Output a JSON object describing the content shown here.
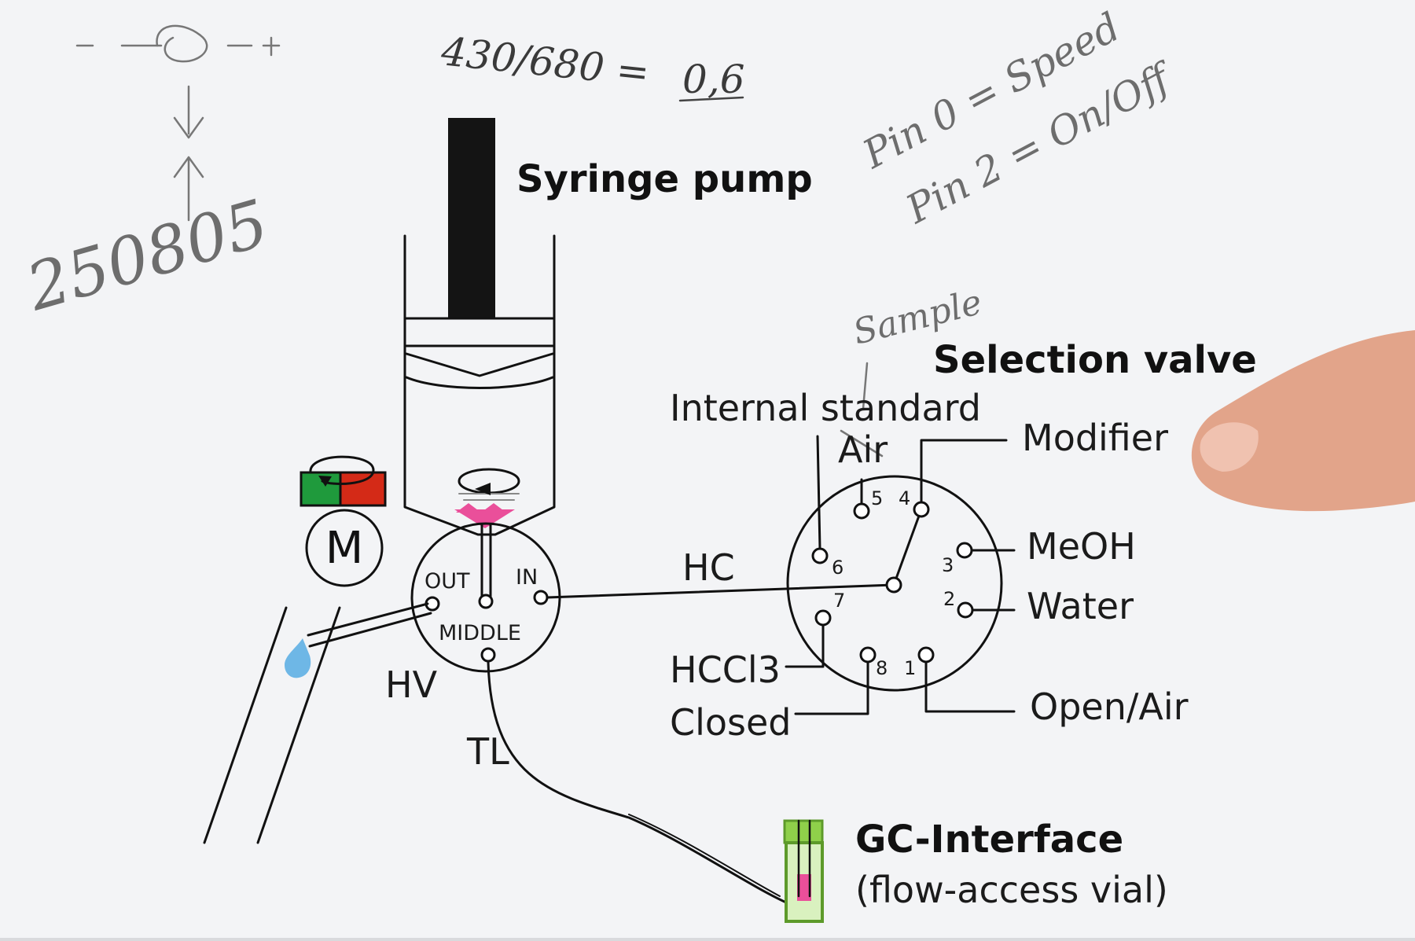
{
  "title": "Syringe pump",
  "selection_valve": {
    "title": "Selection valve",
    "ports": [
      {
        "pin": "1",
        "label": "Open/Air"
      },
      {
        "pin": "2",
        "label": "Water"
      },
      {
        "pin": "3",
        "label": "MeOH"
      },
      {
        "pin": "4",
        "label": "Modifier"
      },
      {
        "pin": "5",
        "label": "Air"
      },
      {
        "pin": "6",
        "label": "Internal standard"
      },
      {
        "pin": "7",
        "label": "HCCl3"
      },
      {
        "pin": "8",
        "label": "Closed"
      }
    ]
  },
  "head_valve": {
    "name": "HV",
    "ports": {
      "out": "OUT",
      "in": "IN",
      "middle": "MIDDLE"
    }
  },
  "connections": {
    "holding_coil": "HC",
    "transfer_line": "TL"
  },
  "motor": {
    "label": "M"
  },
  "gc_interface": {
    "title": "GC-Interface",
    "subtitle": "(flow-access vial)"
  },
  "handwritten": {
    "ratio": "430/680 =",
    "result": "0,6",
    "pin_0": "Pin 0 = Speed",
    "pin_2": "Pin 2 = On/Off",
    "number": "250805",
    "sample": "Sample"
  },
  "colors": {
    "paper": "#f3f4f6",
    "ink": "#111111",
    "pencil": "#777777",
    "switch_green": "#1f9a3c",
    "switch_red": "#d42a17",
    "piston_pink": "#ea4f9a",
    "droplet_blue": "#6eb7e6",
    "vial_green": "#8fd04a"
  }
}
